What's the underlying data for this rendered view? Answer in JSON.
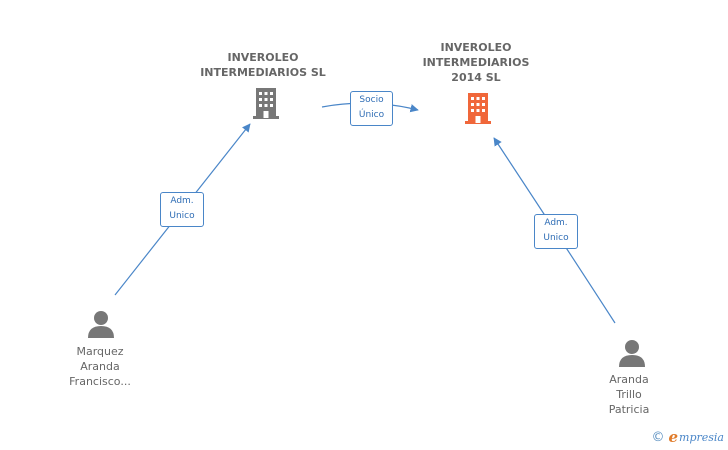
{
  "nodes": {
    "company_1": {
      "name": "INVEROLEO\nINTERMEDIARIOS SL",
      "icon": "building-icon",
      "color": "#777777"
    },
    "company_2": {
      "name": "INVEROLEO\nINTERMEDIARIOS\n2014  SL",
      "icon": "building-icon",
      "color": "#f0673a"
    },
    "person_1": {
      "name": "Marquez\nAranda\nFrancisco...",
      "icon": "person-icon",
      "color": "#777777"
    },
    "person_2": {
      "name": "Aranda\nTrillo\nPatricia",
      "icon": "person-icon",
      "color": "#777777"
    }
  },
  "edges": [
    {
      "from": "person_1",
      "to": "company_1",
      "label": "Adm.\nUnico"
    },
    {
      "from": "company_1",
      "to": "company_2",
      "label": "Socio\nÚnico"
    },
    {
      "from": "person_2",
      "to": "company_2",
      "label": "Adm.\nUnico"
    }
  ],
  "colors": {
    "link": "#4a86c8",
    "label_text": "#2f6db5"
  },
  "brand": {
    "copyright": "©",
    "e": "e",
    "rest": "mpresia"
  }
}
